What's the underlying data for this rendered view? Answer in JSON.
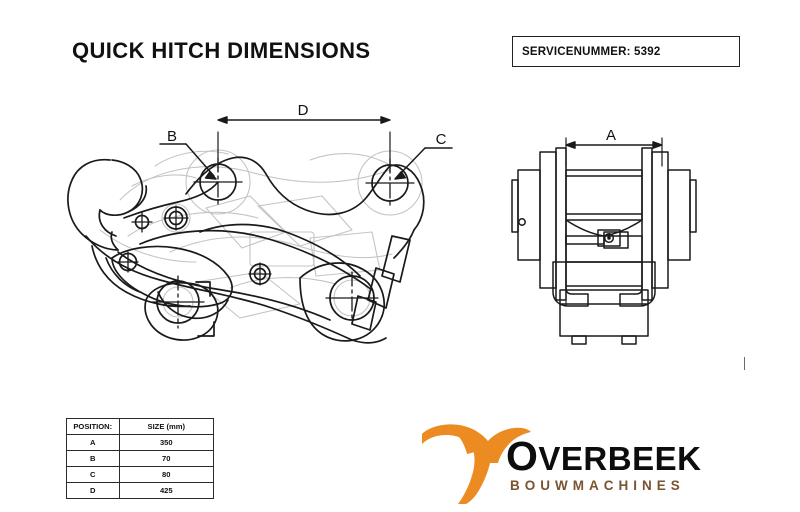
{
  "page": {
    "title": "QUICK HITCH DIMENSIONS",
    "background_color": "#ffffff"
  },
  "service": {
    "label_text": "SERVICENUMMER: 5392",
    "number": "5392",
    "prefix": "SERVICENUMMER:"
  },
  "drawing": {
    "views": [
      {
        "name": "side-view",
        "description": "Quick hitch side elevation with hook, pin bores and locking wedge"
      },
      {
        "name": "front-view",
        "description": "Quick hitch front/end elevation"
      }
    ],
    "dimension_labels": [
      {
        "id": "B",
        "text": "B",
        "view": "side-view",
        "leader": "arrow to upper-left pin bore"
      },
      {
        "id": "D",
        "text": "D",
        "view": "side-view",
        "leader": "horizontal dimension between upper pin bore centres"
      },
      {
        "id": "C",
        "text": "C",
        "view": "side-view",
        "leader": "arrow to upper-right pin bore"
      },
      {
        "id": "A",
        "text": "A",
        "view": "front-view",
        "leader": "horizontal overall width dimension"
      }
    ],
    "line_color": "#1a1a1a",
    "construction_line_color": "#bdbdbd"
  },
  "table": {
    "headers": [
      "POSITION:",
      "SIZE (mm)"
    ],
    "rows": [
      {
        "position": "A",
        "size": "350"
      },
      {
        "position": "B",
        "size": "70"
      },
      {
        "position": "C",
        "size": "80"
      },
      {
        "position": "D",
        "size": "425"
      }
    ]
  },
  "logo": {
    "brand": "OVERBEEK",
    "brand_first_letter": "O",
    "brand_rest": "VERBEEK",
    "tagline": "BOUWMACHINES",
    "mark_name": "overbeek-excavator-swoosh",
    "accent_color": "#ED8B23",
    "brand_color": "#0d0d0d",
    "tagline_color": "#7a5430"
  }
}
